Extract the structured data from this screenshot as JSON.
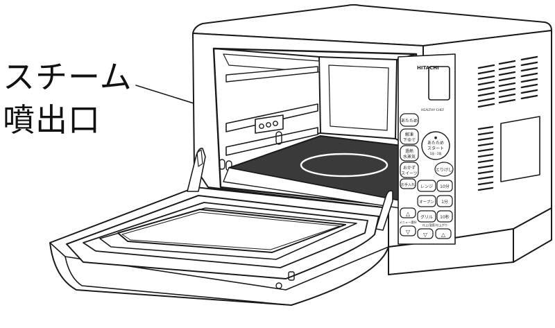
{
  "callout": {
    "line1": "スチーム",
    "line2": "噴出口"
  },
  "brand": "HITACHI",
  "model": "HEALTHY CHEF",
  "panel": {
    "warm_button": "あたため",
    "defrost_button": [
      "解凍",
      "下ゆで"
    ],
    "deodor_button": [
      "過熱",
      "水蒸気"
    ],
    "sweets_button": [
      "おかず",
      "スイーツ"
    ],
    "start_button": [
      "あたため",
      "スタート"
    ],
    "start_sub": "1段・2段",
    "cancel_button": "とりけし",
    "care_button": "お手入れ",
    "range_button": "レンジ",
    "oven_button": "オーブン",
    "grill_button": "グリル",
    "min10_button": "10分",
    "min1_button": "1分",
    "sec10_button": "10秒",
    "menu_select_label": "メニュー選択",
    "finish_label": "仕上/温度/仕上がり",
    "up_arrow": "△",
    "down_arrow": "▽"
  }
}
